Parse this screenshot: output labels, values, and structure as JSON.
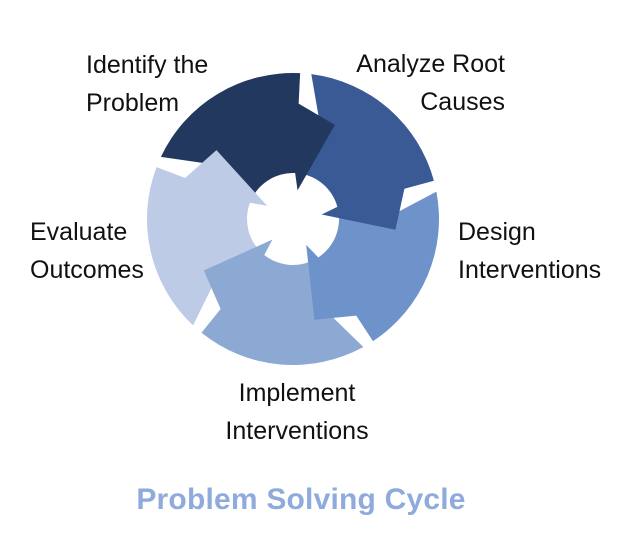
{
  "diagram": {
    "type": "cycle",
    "title": {
      "text": "Problem Solving Cycle",
      "color": "#8FAADC"
    },
    "label_color": "#111111",
    "background_color": "#FFFFFF",
    "segments": [
      {
        "name": "identify-the-problem",
        "lines": [
          "Identify the",
          "Problem"
        ],
        "color": "#23385E"
      },
      {
        "name": "analyze-root-causes",
        "lines": [
          "Analyze Root",
          "Causes"
        ],
        "color": "#3A5A96"
      },
      {
        "name": "design-interventions",
        "lines": [
          "Design",
          "Interventions"
        ],
        "color": "#6E93CA"
      },
      {
        "name": "implement-interventions",
        "lines": [
          "Implement",
          "Interventions"
        ],
        "color": "#8CA9D4"
      },
      {
        "name": "evaluate-outcomes",
        "lines": [
          "Evaluate",
          "Outcomes"
        ],
        "color": "#BDCBE7"
      }
    ]
  }
}
